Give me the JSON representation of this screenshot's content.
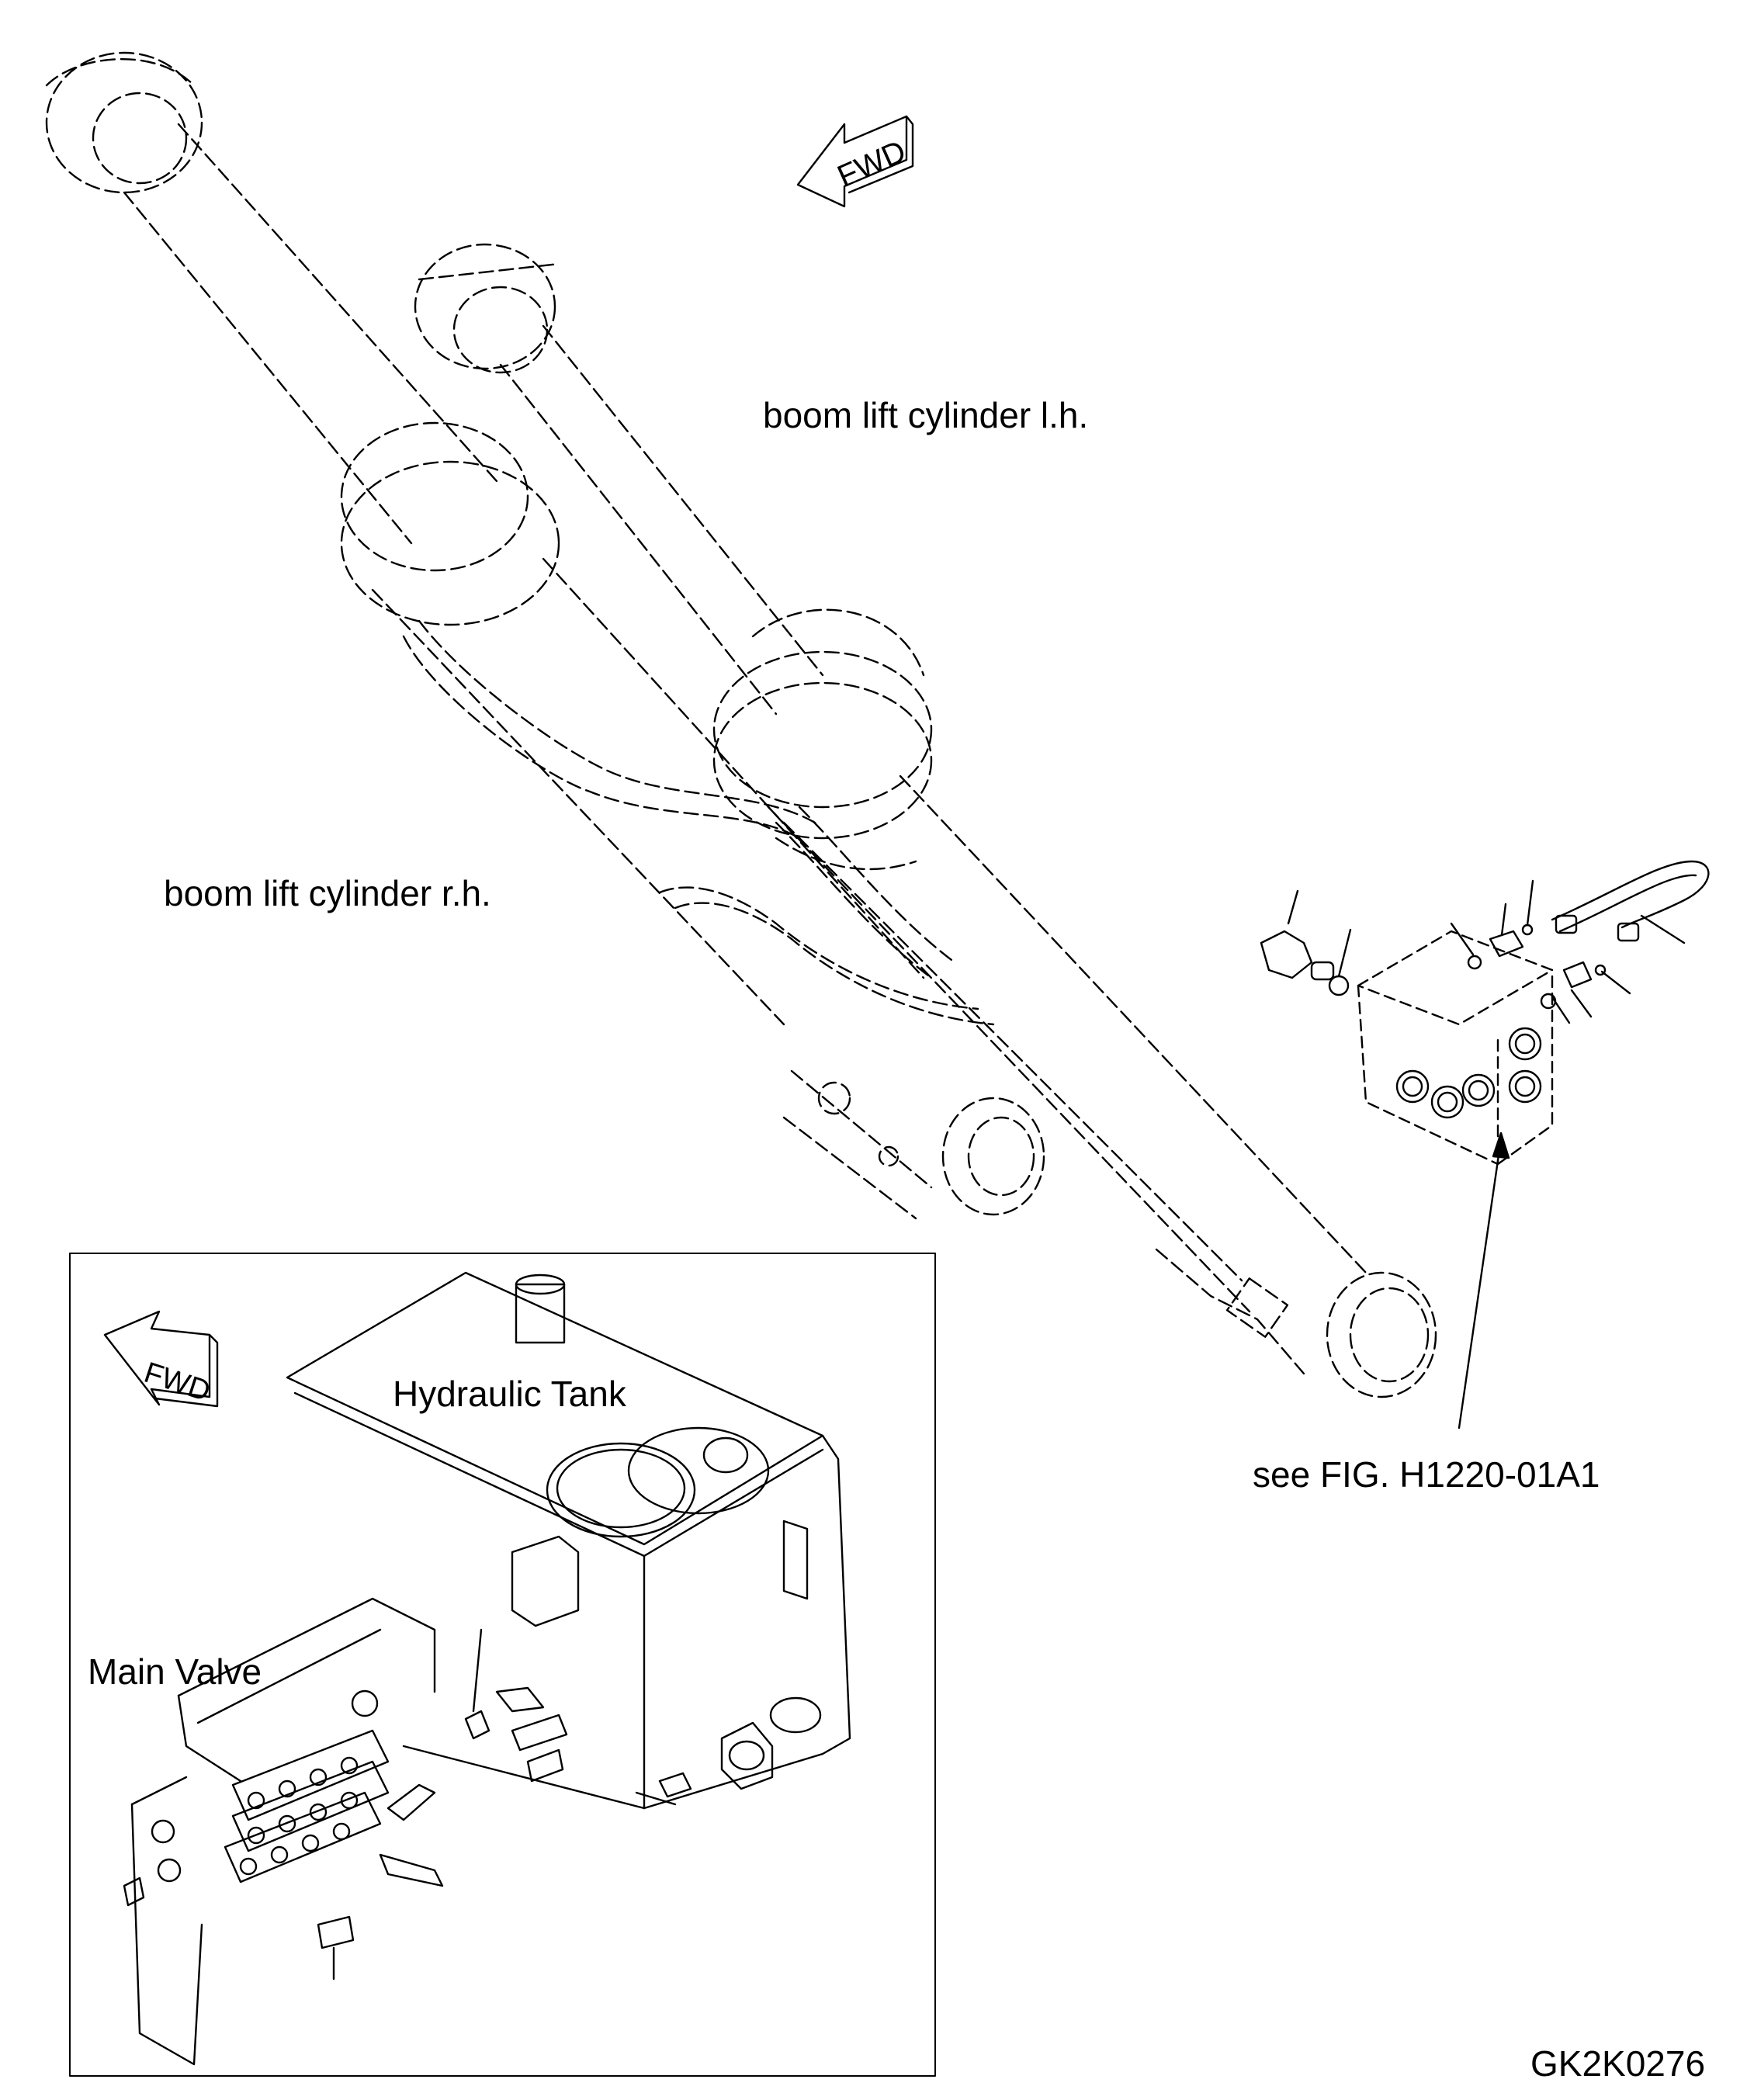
{
  "labels": {
    "boom_lift_lh": "boom lift cylinder l.h.",
    "boom_lift_rh": "boom lift cylinder r.h.",
    "hydraulic_tank": "Hydraulic Tank",
    "main_valve": "Main Valve",
    "see_fig": "see FIG. H1220-01A1",
    "drawing_code": "GK2K0276"
  },
  "fwd_arrows": [
    "FWD",
    "FWD"
  ]
}
